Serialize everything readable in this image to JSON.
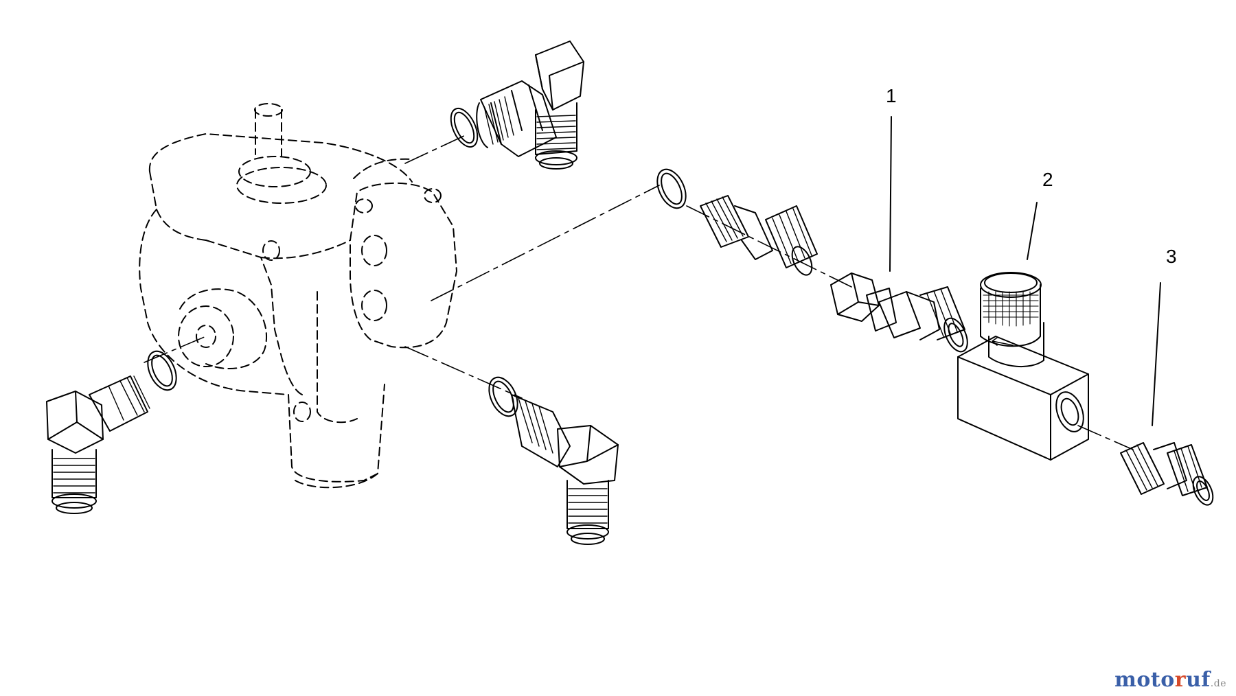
{
  "callouts": [
    {
      "id": "1",
      "label": "1"
    },
    {
      "id": "2",
      "label": "2"
    },
    {
      "id": "3",
      "label": "3"
    }
  ],
  "watermark": {
    "part1": "moto",
    "part2": "r",
    "part3": "uf",
    "part4": ".de"
  },
  "colors": {
    "line": "#000000",
    "background": "#ffffff"
  }
}
